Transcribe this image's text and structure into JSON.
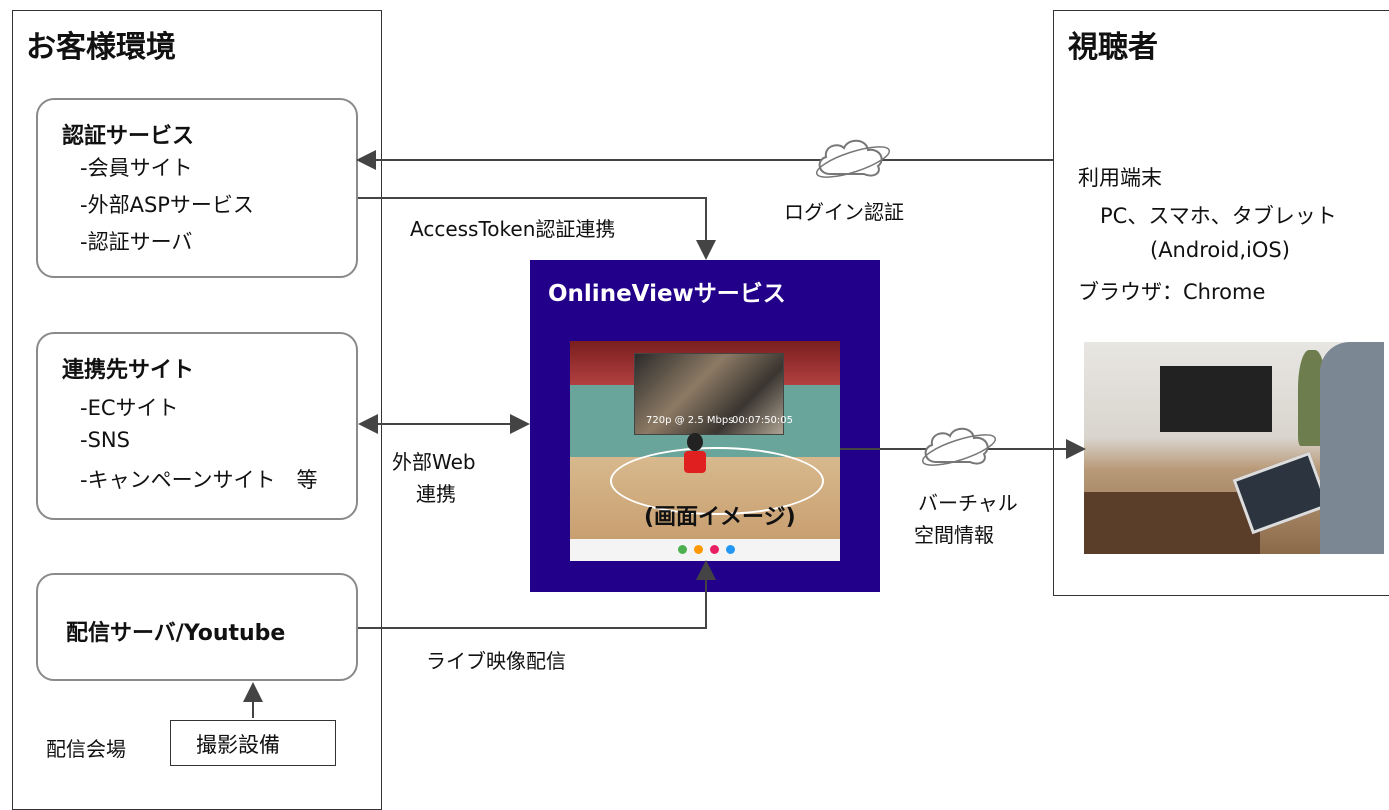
{
  "customer": {
    "title": "お客様環境",
    "auth": {
      "title": "認証サービス",
      "items": [
        "-会員サイト",
        "-外部ASPサービス",
        "-認証サーバ"
      ]
    },
    "partner": {
      "title": "連携先サイト",
      "items": [
        "-ECサイト",
        "-SNS",
        "-キャンペーンサイト　等"
      ]
    },
    "delivery": {
      "title": "配信サーバ/Youtube"
    },
    "venue_label": "配信会場",
    "camera_box": "撮影設備"
  },
  "viewer": {
    "title": "視聴者",
    "devices_heading": "利用端末",
    "devices_line1": "PC、スマホ、タブレット",
    "devices_line2": "(Android,iOS)",
    "browser": "ブラウザ：Chrome"
  },
  "service": {
    "title": "OnlineViewサービス",
    "screen_caption": "(画面イメージ)",
    "stream_stats": "720p @ 2.5 Mbps",
    "stream_time": "00:07:50:05"
  },
  "connections": {
    "login_auth": "ログイン認証",
    "access_token": "AccessToken認証連携",
    "web_link_line1": "外部Web",
    "web_link_line2": "連携",
    "live_stream": "ライブ映像配信",
    "virtual_line1": "バーチャル",
    "virtual_line2": "空間情報"
  },
  "icons": {
    "cloud": "cloud-icon",
    "arrow": "arrow-icon"
  },
  "colors": {
    "service_bg": "#22008a",
    "box_border": "#8a8a8a",
    "line": "#444444"
  }
}
